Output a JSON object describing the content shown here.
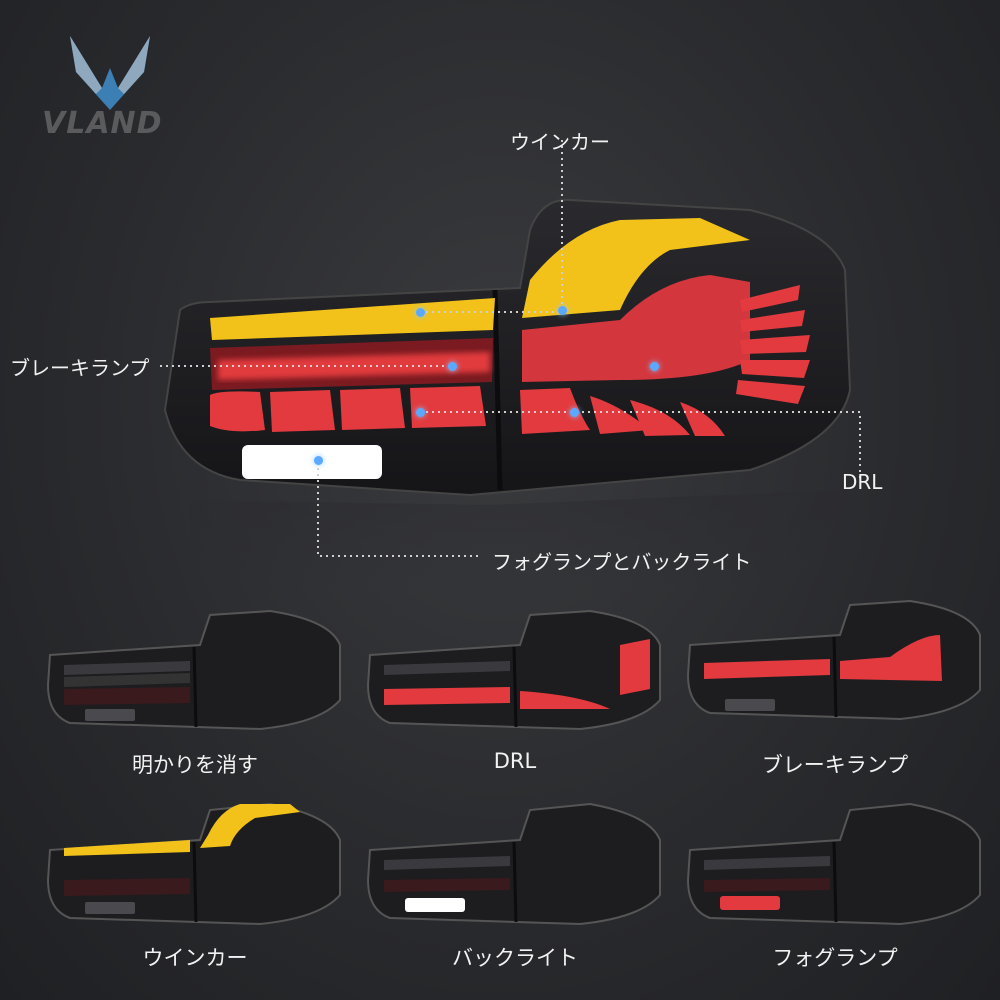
{
  "brand": {
    "name": "VLAND"
  },
  "hero": {
    "callouts": {
      "turn_signal": "ウインカー",
      "brake_lamp": "ブレーキランプ",
      "drl": "DRL",
      "fog_reverse": "フォグランプとバックライト"
    }
  },
  "modes": [
    {
      "caption": "明かりを消す"
    },
    {
      "caption": "DRL"
    },
    {
      "caption": "ブレーキランプ"
    },
    {
      "caption": "ウインカー"
    },
    {
      "caption": "バックライト"
    },
    {
      "caption": "フォグランプ"
    }
  ],
  "colors": {
    "amber": "#f2c21a",
    "red": "#e23a3e",
    "white_light": "#ffffff",
    "housing": "#1b1b1e",
    "callout_dot": "#5aa9ff"
  }
}
